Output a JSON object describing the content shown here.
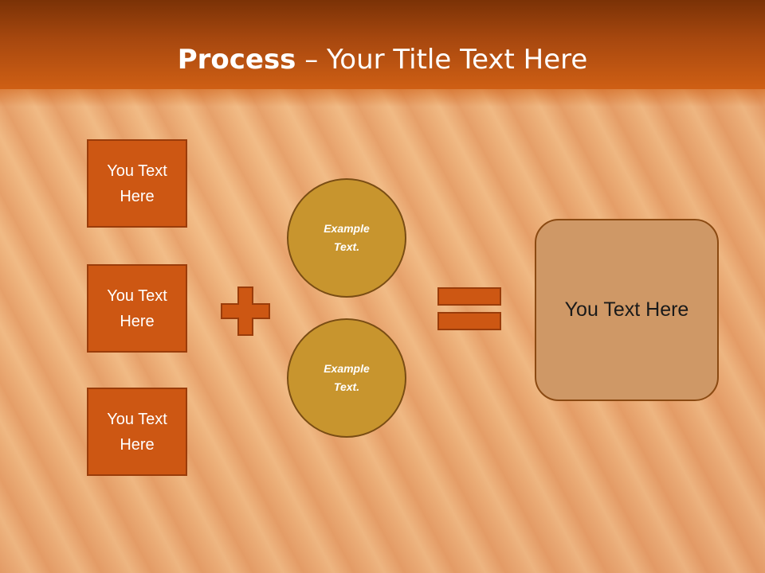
{
  "title": {
    "bold": "Process",
    "rest": " – Your Title Text Here"
  },
  "inputs": [
    {
      "label": "You Text Here"
    },
    {
      "label": "You Text Here"
    },
    {
      "label": "You Text Here"
    }
  ],
  "circles": [
    {
      "label": "Example Text."
    },
    {
      "label": "Example Text."
    }
  ],
  "operators": {
    "plus": "plus-icon",
    "equals": "equals-icon"
  },
  "result": {
    "label": "You Text Here"
  },
  "colors": {
    "title_bar": "#cf5f14",
    "box_fill": "#cd5713",
    "circle_fill": "#c8952e",
    "result_fill": "#cf9866",
    "operator": "#cd5713"
  }
}
